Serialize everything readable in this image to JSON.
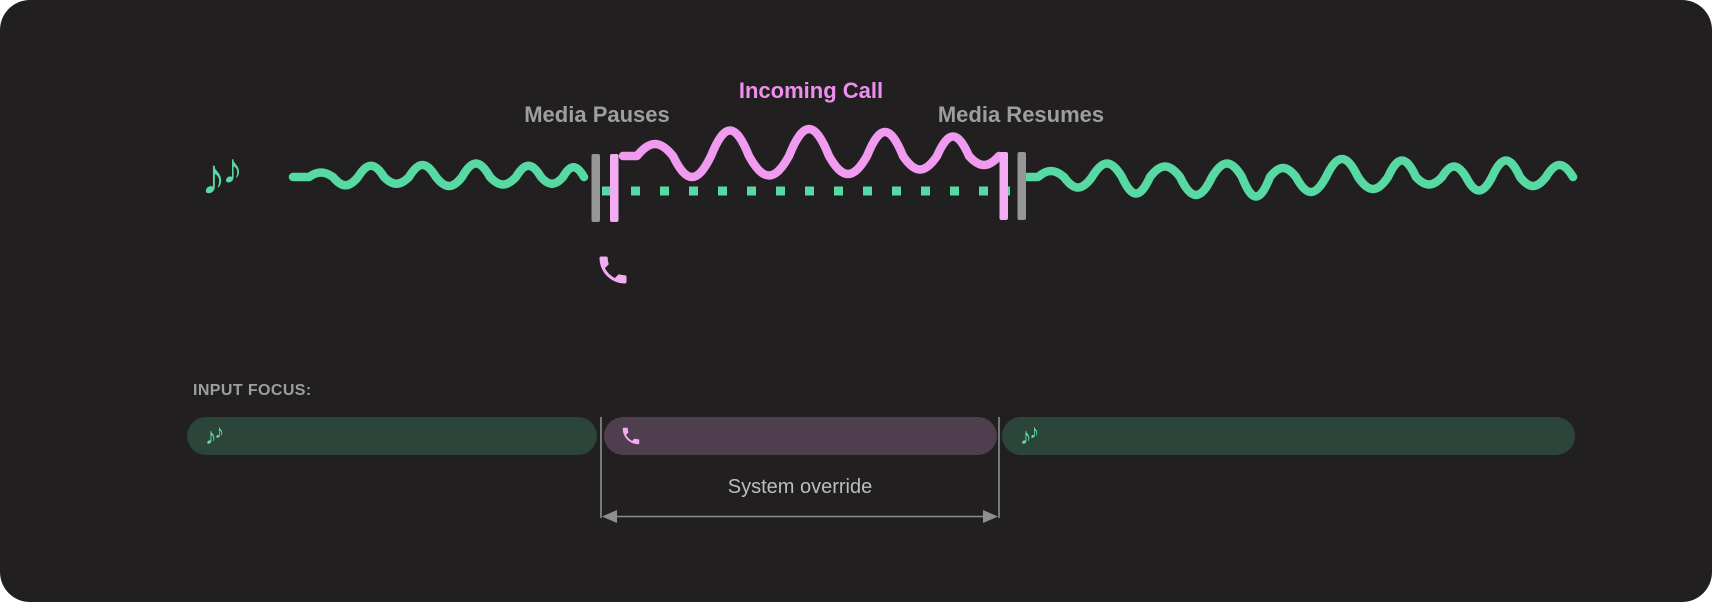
{
  "page": {
    "background": "#FFFFFF",
    "panel_background": "#211F1F"
  },
  "colors": {
    "media_green": "#57D9A4",
    "media_green_icon": "#63E0AC",
    "media_green_dark_bar": "#2C453A",
    "call_pink": "#F09BF0",
    "call_pink_light": "#F2ACF2",
    "call_pink_text": "#EE8FF0",
    "call_purple_dark_bar": "#4F3E4D",
    "marker_gray": "#969696",
    "line_gray": "#8F8F8F",
    "label_gray": "#9E9E9E",
    "annotation_gray": "#BDBDBD"
  },
  "timeline": {
    "media_pauses_label": "Media Pauses",
    "incoming_call_label": "Incoming Call",
    "media_resumes_label": "Media Resumes"
  },
  "icons": {
    "music_note_glyph": "♪",
    "music_notes_icon": "music-notes",
    "phone_icon": "phone-call"
  },
  "input_focus": {
    "heading": "INPUT FOCUS:",
    "segments": [
      {
        "name": "media-before-call",
        "type": "media",
        "icon": "music-notes"
      },
      {
        "name": "incoming-call",
        "type": "call",
        "icon": "phone-call"
      },
      {
        "name": "media-after-call",
        "type": "media",
        "icon": "music-notes"
      }
    ],
    "annotation": "System override"
  }
}
